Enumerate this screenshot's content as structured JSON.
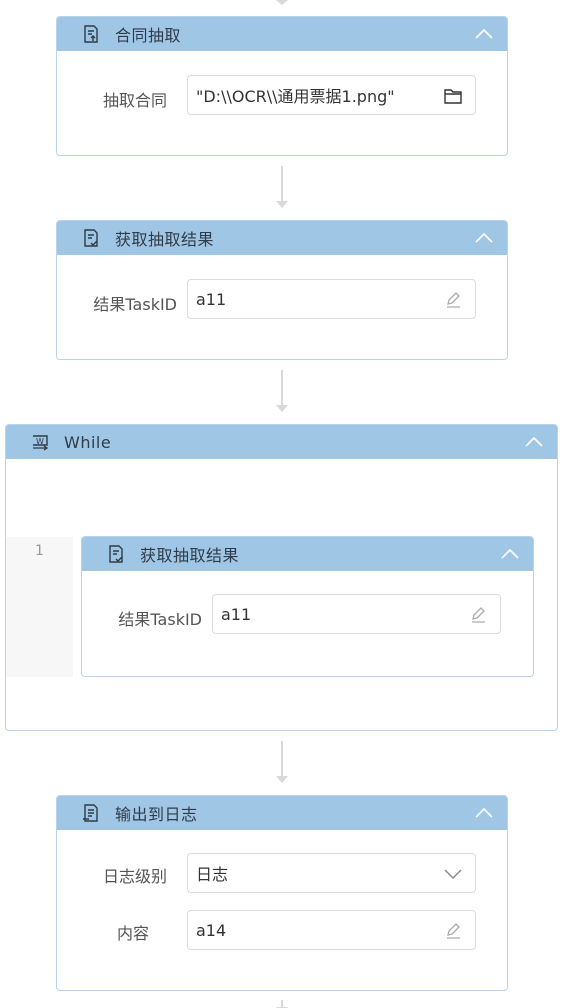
{
  "cards": {
    "contract_extract": {
      "title": "合同抽取",
      "field_label": "抽取合同",
      "field_value": "\"D:\\\\OCR\\\\通用票据1.png\""
    },
    "get_result_1": {
      "title": "获取抽取结果",
      "field_label": "结果TaskID",
      "field_value": "a11"
    },
    "while_loop": {
      "title": "While",
      "line_number": "1",
      "inner": {
        "title": "获取抽取结果",
        "field_label": "结果TaskID",
        "field_value": "a11"
      }
    },
    "log_output": {
      "title": "输出到日志",
      "level_label": "日志级别",
      "level_value": "日志",
      "content_label": "内容",
      "content_value": "a14"
    }
  },
  "colors": {
    "header_bg": "#a0c6e6",
    "border": "#b9d4ea",
    "connector": "#d9d9d9"
  }
}
